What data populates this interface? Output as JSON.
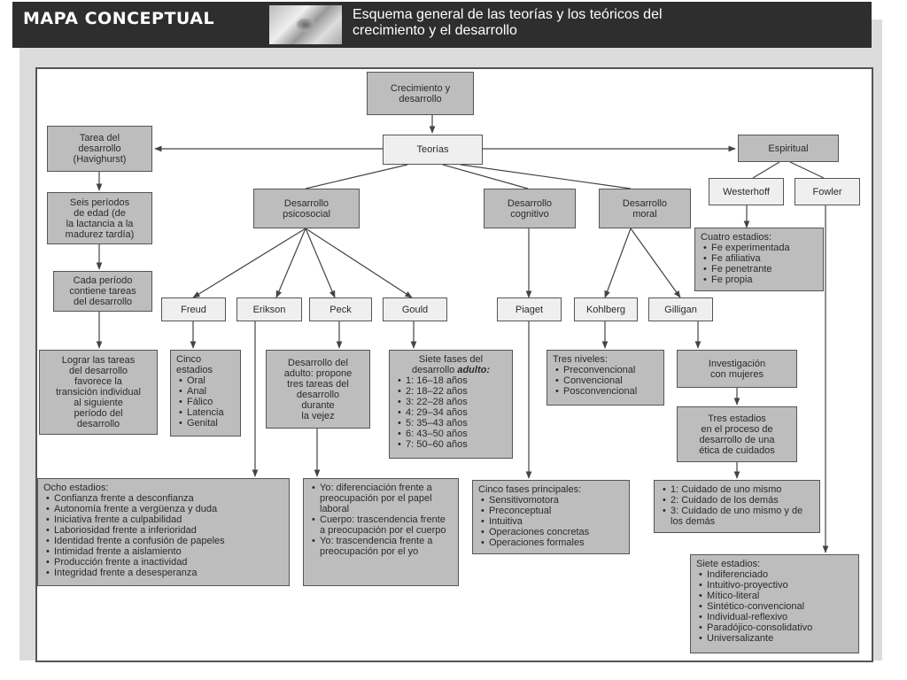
{
  "header": {
    "section": "MAPA CONCEPTUAL",
    "title_line1": "Esquema general de las teorías y los teóricos del",
    "title_line2": "crecimiento y el desarrollo"
  },
  "nodes": {
    "root": "Crecimiento y\ndesarrollo",
    "teorias": "Teorías",
    "tarea": "Tarea del\ndesarrollo\n(Havighurst)",
    "espiritual": "Espiritual",
    "westerhoff": "Westerhoff",
    "fowler": "Fowler",
    "seis": "Seis períodos\nde edad (de\nla lactancia a la\nmadurez tardía)",
    "cada": "Cada período\ncontiene tareas\ndel desarrollo",
    "lograr": "Lograr las tareas\ndel desarrollo\nfavorece la\ntransición individual\nal siguiente\nperíodo del\ndesarrollo",
    "psicosocial": "Desarrollo\npsicosocial",
    "cognitivo": "Desarrollo\ncognitivo",
    "moral": "Desarrollo\nmoral",
    "freud": "Freud",
    "erikson": "Erikson",
    "peck": "Peck",
    "gould": "Gould",
    "piaget": "Piaget",
    "kohlberg": "Kohlberg",
    "gilligan": "Gilligan",
    "peck_detail": "Desarrollo del\nadulto: propone\ntres tareas del\ndesarrollo\ndurante\nla vejez",
    "investigacion": "Investigación\ncon mujeres",
    "tres_estadios": "Tres estadios\nen el proceso de\ndesarrollo de una\nética de cuidados"
  },
  "lists": {
    "westerhoff": {
      "head": "Cuatro estadios:",
      "items": [
        "Fe experimentada",
        "Fe afiliativa",
        "Fe penetrante",
        "Fe propia"
      ]
    },
    "freud": {
      "head": "Cinco\nestadios",
      "items": [
        "Oral",
        "Anal",
        "Fálico",
        "Latencia",
        "Genital"
      ]
    },
    "gould": {
      "head_pre": "Siete fases del\ndesarrollo ",
      "head_em": "adulto:",
      "items": [
        "1: 16–18 años",
        "2: 18–22 años",
        "3: 22–28 años",
        "4: 29–34 años",
        "5: 35–43 años",
        "6: 43–50 años",
        "7: 50–60 años"
      ]
    },
    "kohlberg": {
      "head": "Tres niveles:",
      "items": [
        "Preconvencional",
        "Convencional",
        "Posconvencional"
      ]
    },
    "erikson": {
      "head": "Ocho estadios:",
      "items": [
        "Confianza frente a desconfianza",
        "Autonomía frente a vergüenza y duda",
        "Iniciativa frente a culpabilidad",
        "Laboriosidad frente a inferioridad",
        "Identidad frente a confusión de papeles",
        "Intimidad frente a aislamiento",
        "Producción frente a inactividad",
        "Integridad frente a desesperanza"
      ]
    },
    "peck": {
      "items": [
        "Yo: diferenciación frente a preocupación por el papel laboral",
        "Cuerpo: trascendencia frente a preocupación por el cuerpo",
        "Yo: trascendencia frente a preocupación por el yo"
      ]
    },
    "piaget": {
      "head": "Cinco fases principales:",
      "items": [
        "Sensitivomotora",
        "Preconceptual",
        "Intuitiva",
        "Operaciones concretas",
        "Operaciones formales"
      ]
    },
    "gilligan": {
      "items": [
        "1: Cuidado de uno mismo",
        "2: Cuidado de los demás",
        "3: Cuidado de uno mismo y de los demás"
      ]
    },
    "fowler": {
      "head": "Siete estadios:",
      "items": [
        "Indiferenciado",
        "Intuitivo-proyectivo",
        "Mítico-literal",
        "Sintético-convencional",
        "Individual-reflexivo",
        "Paradójico-consolidativo",
        "Universalizante"
      ]
    }
  }
}
